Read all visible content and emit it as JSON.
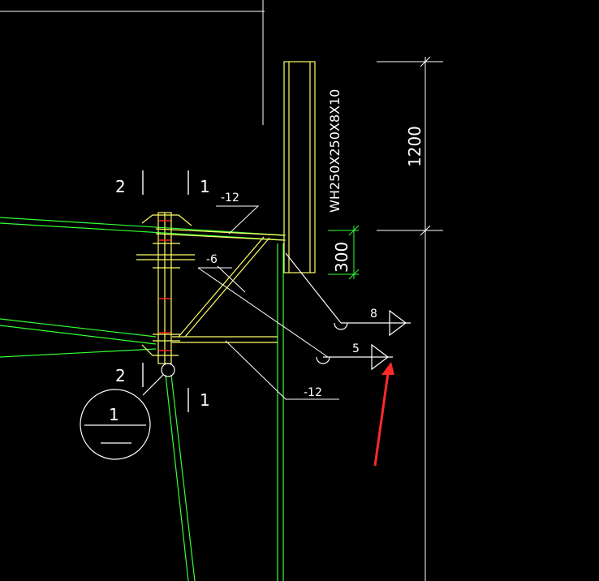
{
  "colors": {
    "background": "#000000",
    "white": "#ffffff",
    "yellow": "#ffff66",
    "green": "#33ff33",
    "red": "#ff2020",
    "arrow": "#ff2a2a"
  },
  "labels": {
    "section_2_top": "2",
    "section_1_top": "1",
    "section_2_bottom": "2",
    "section_1_bottom": "1",
    "plate_top": "-12",
    "plate_brace": "-6",
    "plate_bottom": "-12",
    "column_section": "WH250X250X8X10",
    "dim_top": "1200",
    "dim_bottom": "300",
    "weld_size_upper": "8",
    "weld_size_lower": "5",
    "detail_number": "1"
  },
  "icons": {
    "weld_symbol_upper": "fillet-weld-icon",
    "weld_symbol_lower": "fillet-weld-icon",
    "callout_arrow": "red-arrow-icon",
    "detail_marker": "detail-circle-icon"
  }
}
